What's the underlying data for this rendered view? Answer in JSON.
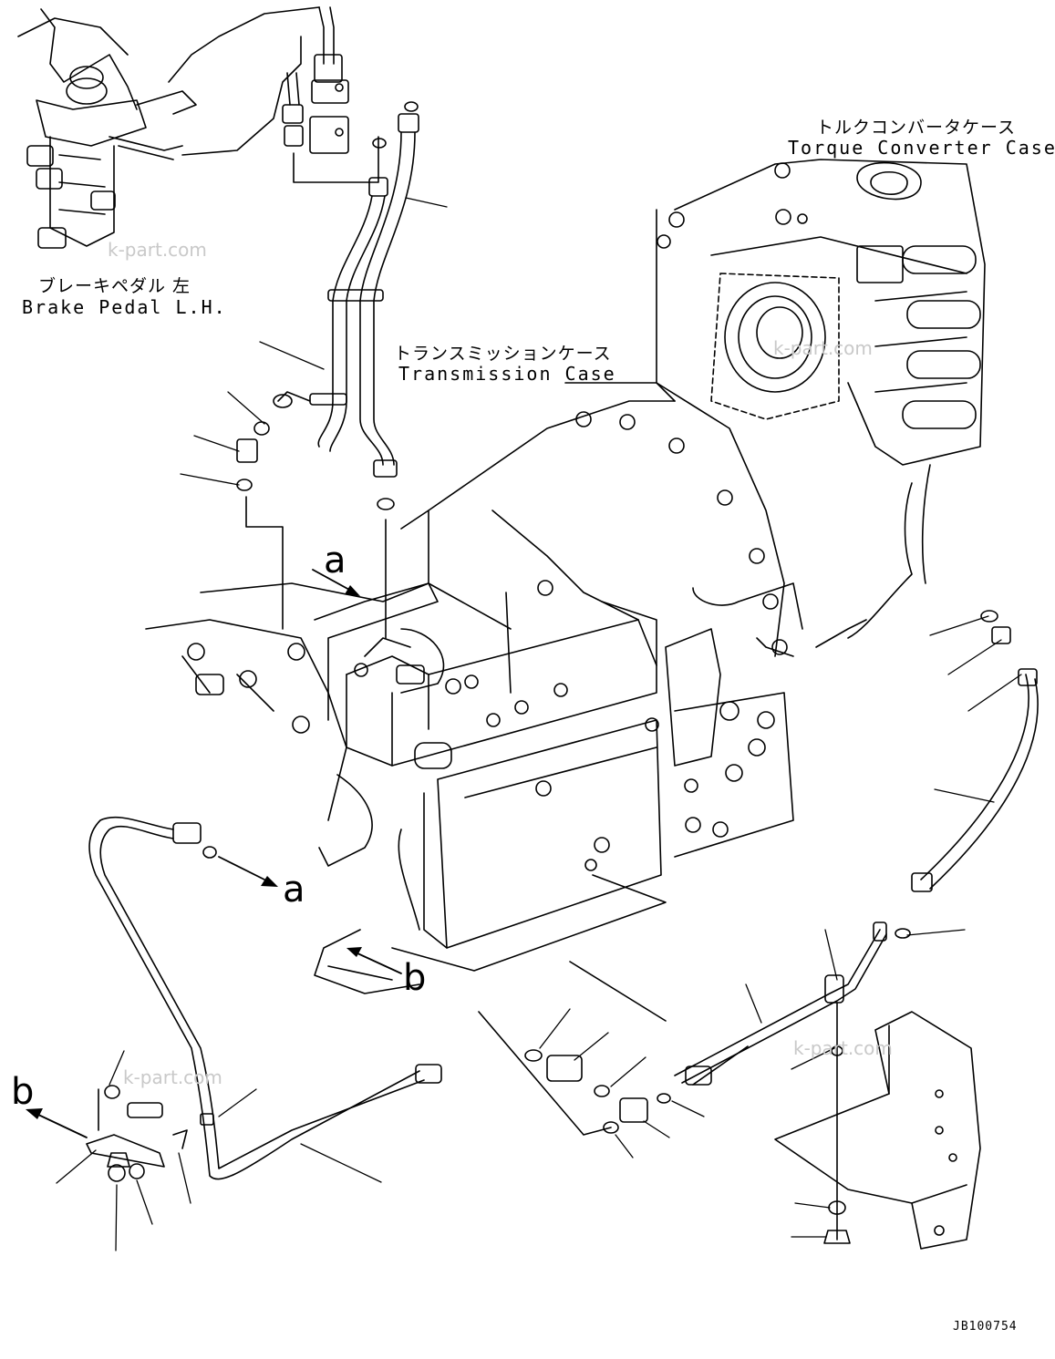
{
  "labels": {
    "brake_pedal_jp": "ブレーキペダル 左",
    "brake_pedal_en": "Brake Pedal L.H.",
    "transmission_jp": "トランスミッションケース",
    "transmission_en": "Transmission Case",
    "torque_jp": "トルクコンバータケース",
    "torque_en": "Torque Converter Case"
  },
  "refs": {
    "a_top": "a",
    "a_bottom": "a",
    "b_center": "b",
    "b_left": "b"
  },
  "watermark": "k-part.com",
  "drawing_code": "JB100754"
}
